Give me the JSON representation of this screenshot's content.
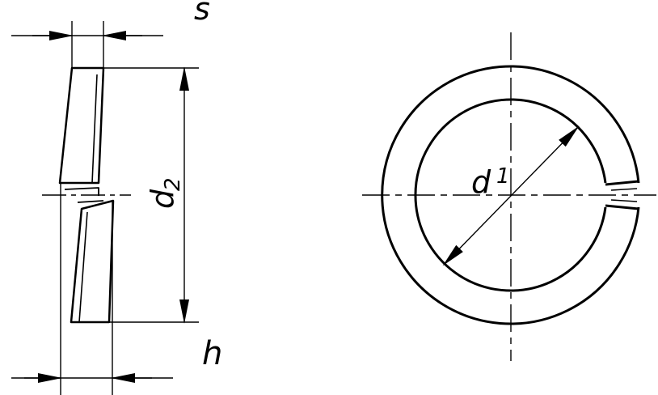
{
  "drawing": {
    "line_color": "#000000",
    "background": "#ffffff",
    "side_view": {
      "labels": {
        "s": "s",
        "h": "h",
        "d2_letter": "d",
        "d2_sub": "2"
      }
    },
    "front_view": {
      "labels": {
        "d1_letter": "d",
        "d1_sub": "1"
      }
    }
  }
}
